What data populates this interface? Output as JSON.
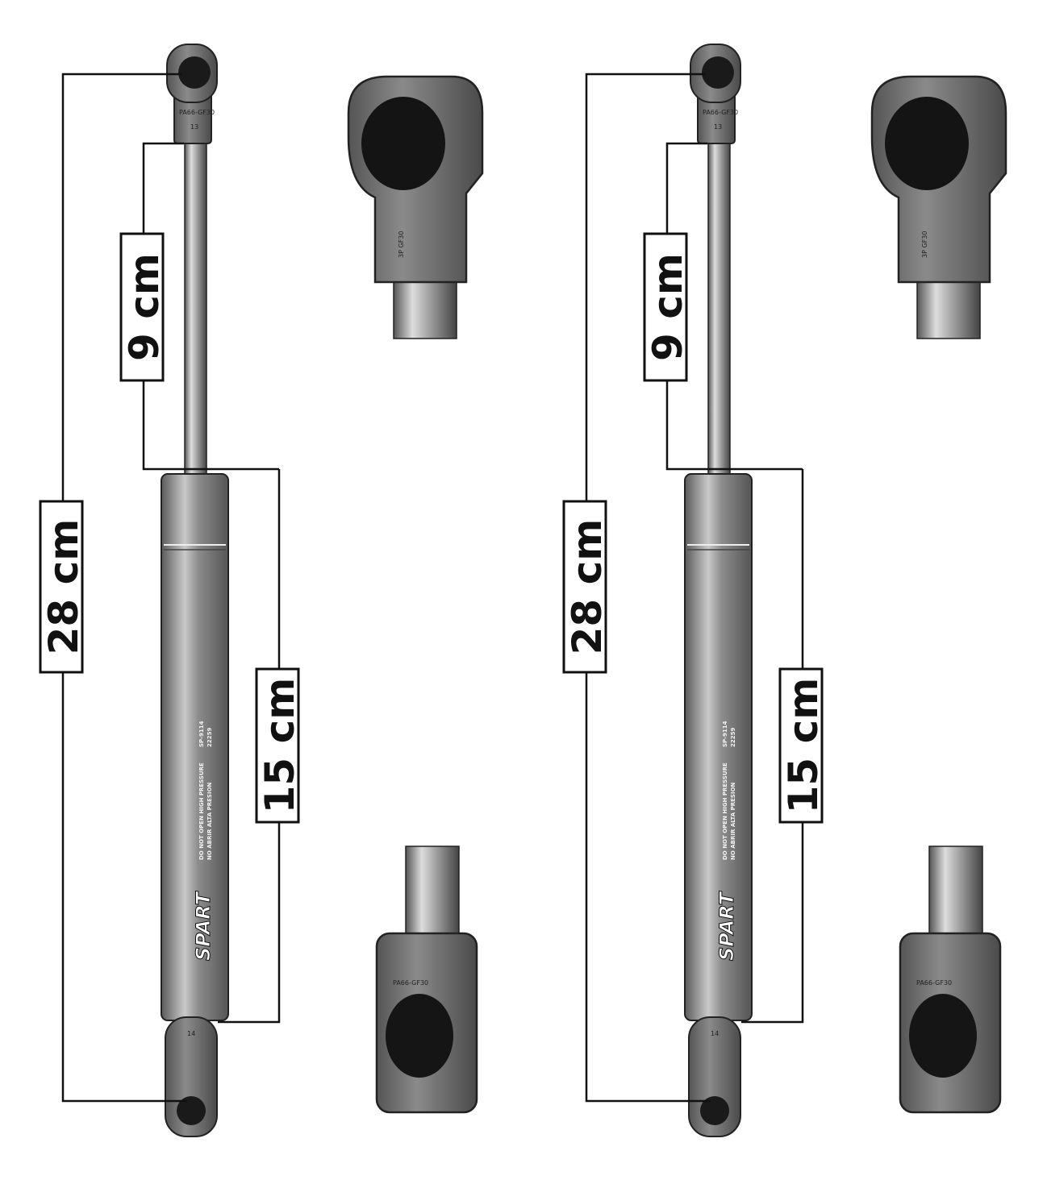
{
  "panels": [
    {
      "dimensions": {
        "total": "28 cm",
        "rod": "9 cm",
        "body": "15 cm"
      },
      "strut": {
        "brand": "SPART",
        "part_number": "SP-9114",
        "code": "22259",
        "warning": "DO NOT OPEN HIGH PRESSURE",
        "top_marking": "PA66-GF30",
        "top_number": "13",
        "bottom_number": "14"
      },
      "closeup": {
        "top_marking": "3P GF30",
        "bottom_marking": "PA66-GF30"
      }
    },
    {
      "dimensions": {
        "total": "28 cm",
        "rod": "9 cm",
        "body": "15 cm"
      },
      "strut": {
        "brand": "SPART",
        "part_number": "SP-9114",
        "code": "22259",
        "warning": "DO NOT OPEN HIGH PRESSURE",
        "top_marking": "PA66-GF30",
        "top_number": "13",
        "bottom_number": "14"
      },
      "closeup": {
        "top_marking": "3P GF30",
        "bottom_marking": "PA66-GF30"
      }
    }
  ],
  "colors": {
    "metal": "#8a8a8a",
    "rod": "#b8b8b8",
    "plastic": "#6e6e6e",
    "line": "#111111"
  }
}
